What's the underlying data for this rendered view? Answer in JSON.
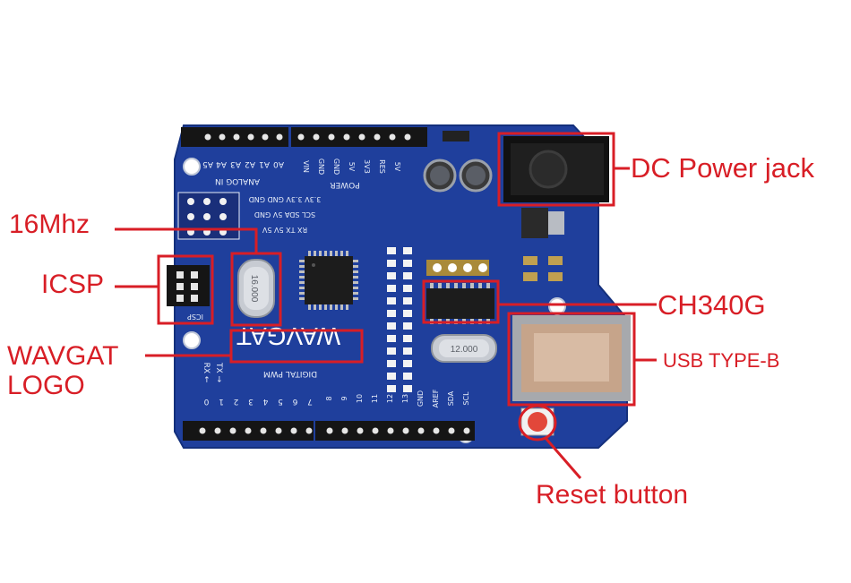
{
  "callouts": {
    "dc_power_jack": "DC Power jack",
    "crystal_16mhz": "16Mhz",
    "icsp": "ICSP",
    "ch340g": "CH340G",
    "wavgat_logo_line1": "WAVGAT",
    "wavgat_logo_line2": "LOGO",
    "usb_type_b": "USB TYPE-B",
    "reset_button": "Reset button"
  },
  "board": {
    "logo_text": "WAVGAT",
    "digital_pwm_label": "DIGITAL PWM",
    "analog_in_label": "ANALOG IN",
    "power_label": "POWER",
    "icsp_label": "ICSP",
    "analog_pins": [
      "A5",
      "A4",
      "A3",
      "A2",
      "A1",
      "A0"
    ],
    "power_pins": [
      "VIN",
      "GND",
      "GND",
      "5V",
      "3V3",
      "RES",
      "5V"
    ],
    "digital_pins_high": [
      "SCL",
      "SDA",
      "AREF",
      "GND",
      "13",
      "12",
      "11",
      "10",
      "9",
      "8"
    ],
    "digital_pins_low": [
      "7",
      "6",
      "5",
      "4",
      "3",
      "2",
      "1",
      "0"
    ],
    "tx_label": "TX →",
    "rx_label": "RX ←",
    "header_row_1": "3.3V 3.3V GND GND",
    "header_row_2": "SCL SDA 5V GND",
    "header_row_3": "RX TX 5V 5V",
    "crystal_main_marking": "16.000",
    "crystal_usb_marking": "12.000"
  },
  "colors": {
    "board_blue": "#1f3f9c",
    "callout_red": "#d81e26",
    "header_black": "#151515",
    "silkscreen": "#e8eef8"
  }
}
